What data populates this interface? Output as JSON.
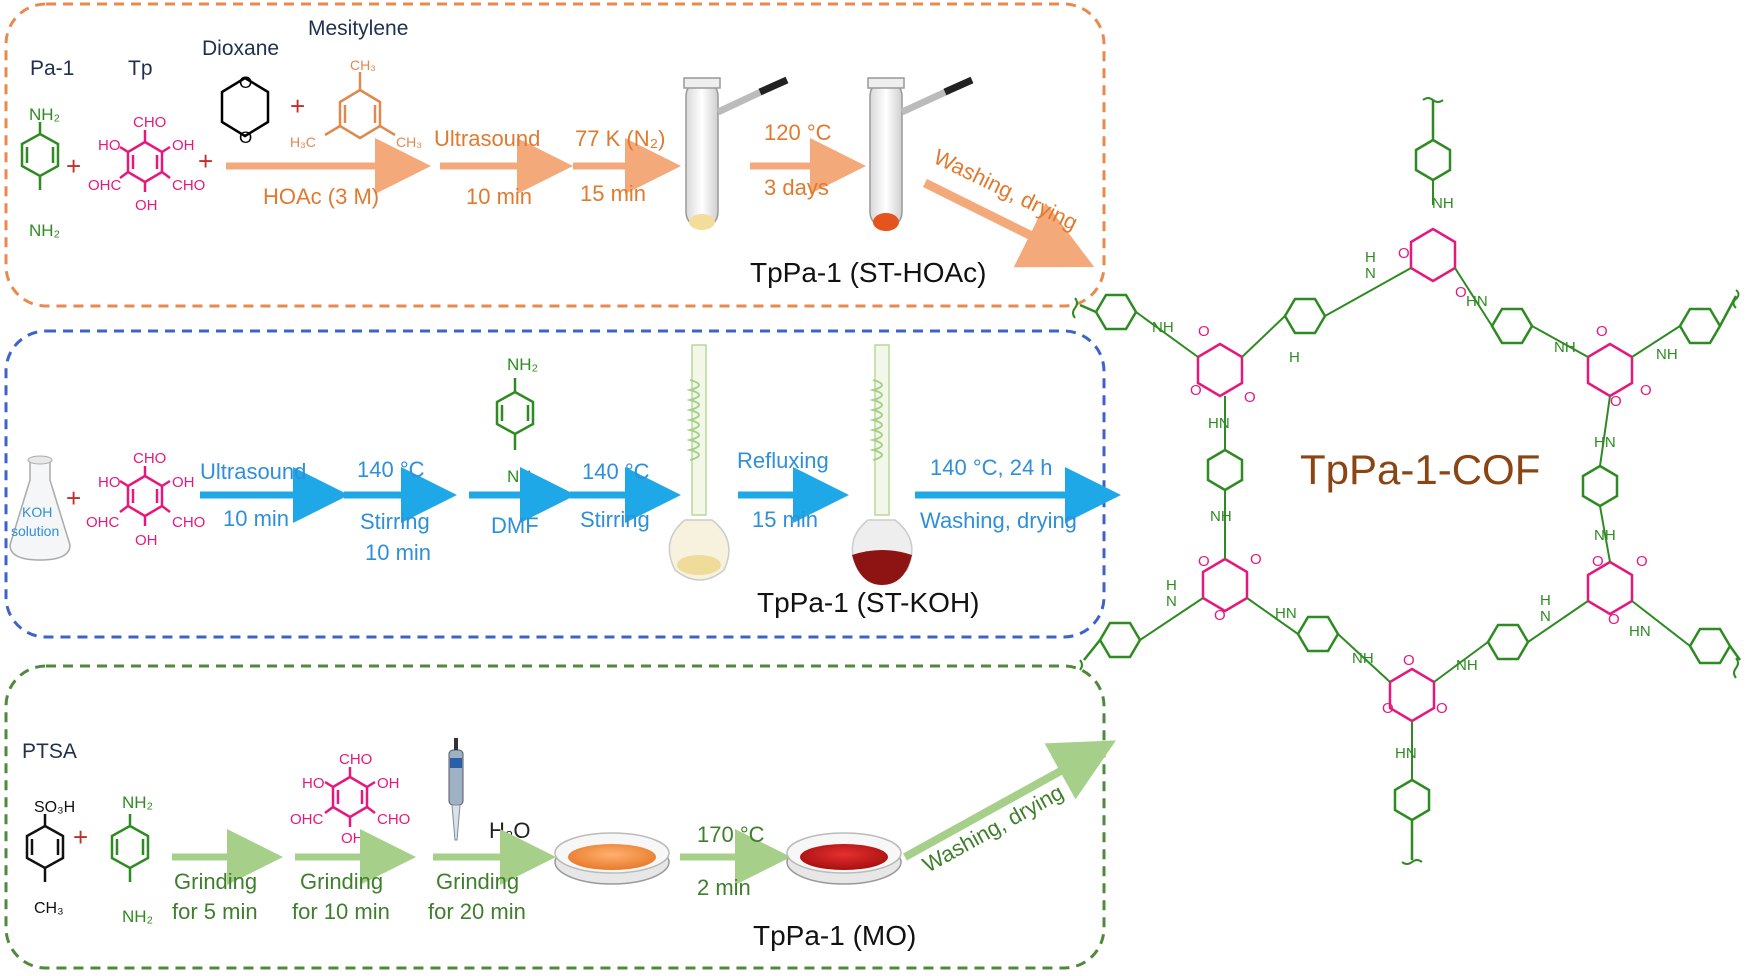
{
  "colors": {
    "orange": "#E07A2E",
    "orange_arrow": "#F4A97A",
    "blue": "#2F8FD8",
    "blue_arrow": "#1FA8E8",
    "green": "#3F7F2C",
    "green_arrow": "#A6D08A",
    "green_struct": "#2E8B22",
    "magenta": "#E6187E",
    "panel_orange": "#E8894E",
    "panel_blue": "#3E63C8",
    "panel_green": "#4F8A3C",
    "brown": "#8B4513",
    "navy": "#1F2F4F"
  },
  "panel1": {
    "label_pa": "Pa-1",
    "label_tp": "Tp",
    "dioxane": "Dioxane",
    "mesitylene": "Mesitylene",
    "arrow1_bottom": "HOAc (3 M)",
    "arrow2_top": "Ultrasound",
    "arrow2_bottom": "10 min",
    "arrow3_top": "77 K (N₂)",
    "arrow3_bottom": "15 min",
    "arrow4_top": "120 °C",
    "arrow4_bottom": "3 days",
    "diag": "Washing, drying",
    "product": "TpPa-1 (ST-HOAc)"
  },
  "panel2": {
    "flask_label1": "KOH",
    "flask_label2": "solution",
    "arrow1_top": "Ultrasound",
    "arrow1_bottom": "10 min",
    "arrow2_top": "140 °C",
    "arrow2_bottom1": "Stirring",
    "arrow2_bottom2": "10 min",
    "arrow3_bottom": "DMF",
    "arrow4_top": "140 °C",
    "arrow4_bottom": "Stirring",
    "arrow5_top": "Refluxing",
    "arrow5_bottom": "15 min",
    "arrow6_top": "140 °C, 24 h",
    "arrow6_bottom": "Washing, drying",
    "product": "TpPa-1 (ST-KOH)"
  },
  "panel3": {
    "ptsa": "PTSA",
    "so3h": "SO₃H",
    "ch3": "CH₃",
    "arrow1_top": "Grinding",
    "arrow1_bottom": "for 5 min",
    "arrow2_top": "Grinding",
    "arrow2_bottom": "for 10 min",
    "h2o": "H₂O",
    "arrow3_top": "Grinding",
    "arrow3_bottom": "for 20 min",
    "arrow4_top": "170 °C",
    "arrow4_bottom": "2 min",
    "diag": "Washing, drying",
    "product": "TpPa-1 (MO)"
  },
  "chem": {
    "nh2": "NH₂",
    "cho": "CHO",
    "oh": "OH",
    "ho": "HO",
    "ohc": "OHC",
    "h3c": "H₃C",
    "ch3": "CH₃",
    "o": "O",
    "nh": "NH",
    "hn": "HN",
    "n": "N",
    "h": "H"
  },
  "cof_label": "TpPa-1-COF"
}
